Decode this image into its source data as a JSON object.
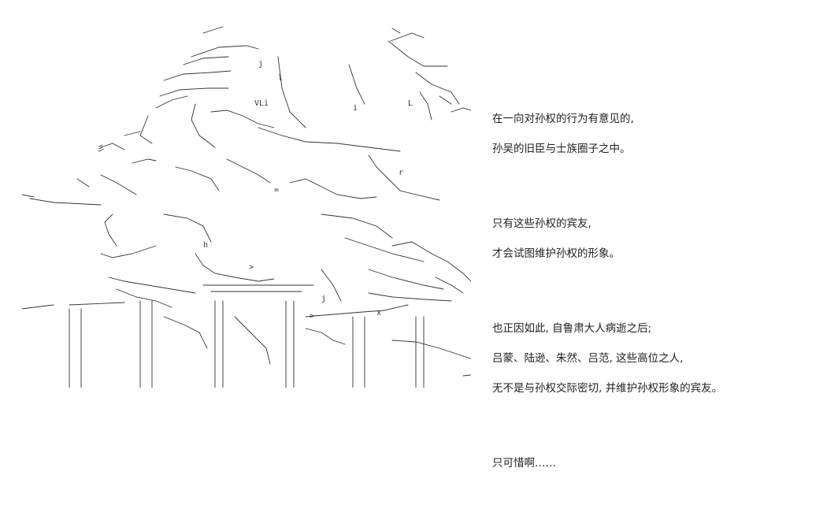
{
  "colors": {
    "background": "#ffffff",
    "ink": "#222222",
    "art_line": "#333333"
  },
  "narration": {
    "paragraphs": [
      [
        "在一向对孙权的行为有意见的,",
        "孙吴的旧臣与士族圈子之中。"
      ],
      [
        "只有这些孙权的宾友,",
        "才会试图维护孙权的形象。"
      ],
      [
        "也正因如此, 自鲁肃大人病逝之后;",
        "吕蒙、陆逊、朱然、吕范, 这些高位之人,",
        "无不是与孙权交际密切, 并维护孙权形象的宾友。"
      ],
      [
        "只可惜啊……"
      ]
    ]
  }
}
